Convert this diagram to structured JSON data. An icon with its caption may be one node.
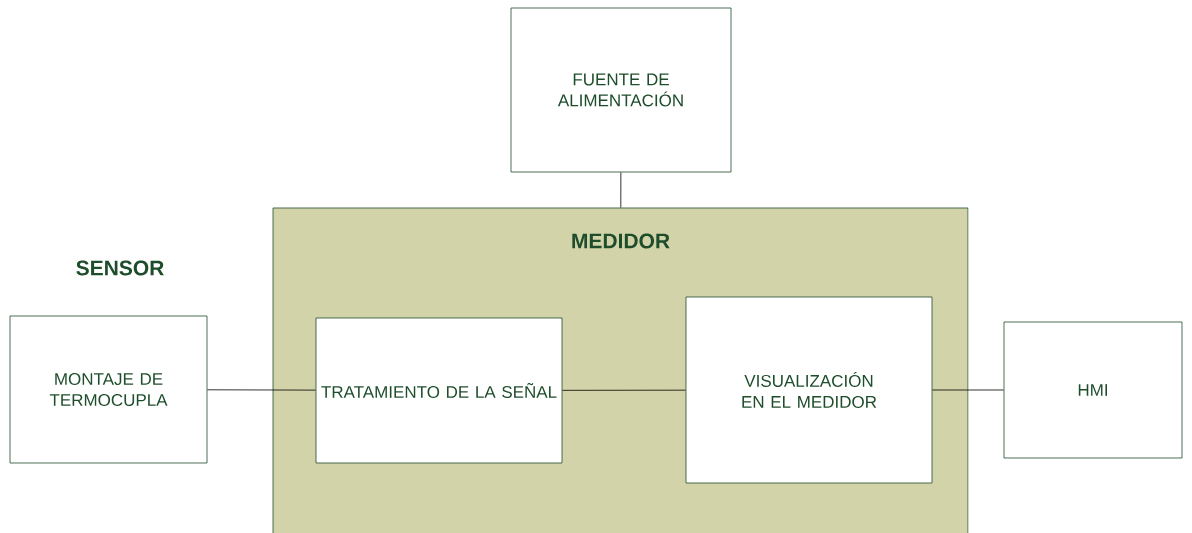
{
  "diagram": {
    "nodes": [
      {
        "text": [
          "FUENTE DE ALIMENTACIÓN"
        ]
      },
      {
        "text": [
          "SENSOR",
          "MONTAJE DE TERMOCUPLA"
        ]
      },
      {
        "text": [
          "MEDIDOR"
        ]
      },
      {
        "text": [
          "TRATAMIENTO DE LA SEÑAL"
        ],
        "in": 2
      },
      {
        "text": [
          "VISUALIZACIÓN EN EL MEDIDOR"
        ],
        "in": 2
      },
      {
        "text": [
          "HMI"
        ]
      }
    ],
    "edges": [
      {
        "from": 0,
        "to": 2,
        "arrow": "none"
      },
      {
        "from": 1,
        "to": 3,
        "arrow": "none"
      },
      {
        "from": 3,
        "to": 4,
        "arrow": "none"
      },
      {
        "from": 4,
        "to": 5,
        "arrow": "none"
      }
    ]
  }
}
